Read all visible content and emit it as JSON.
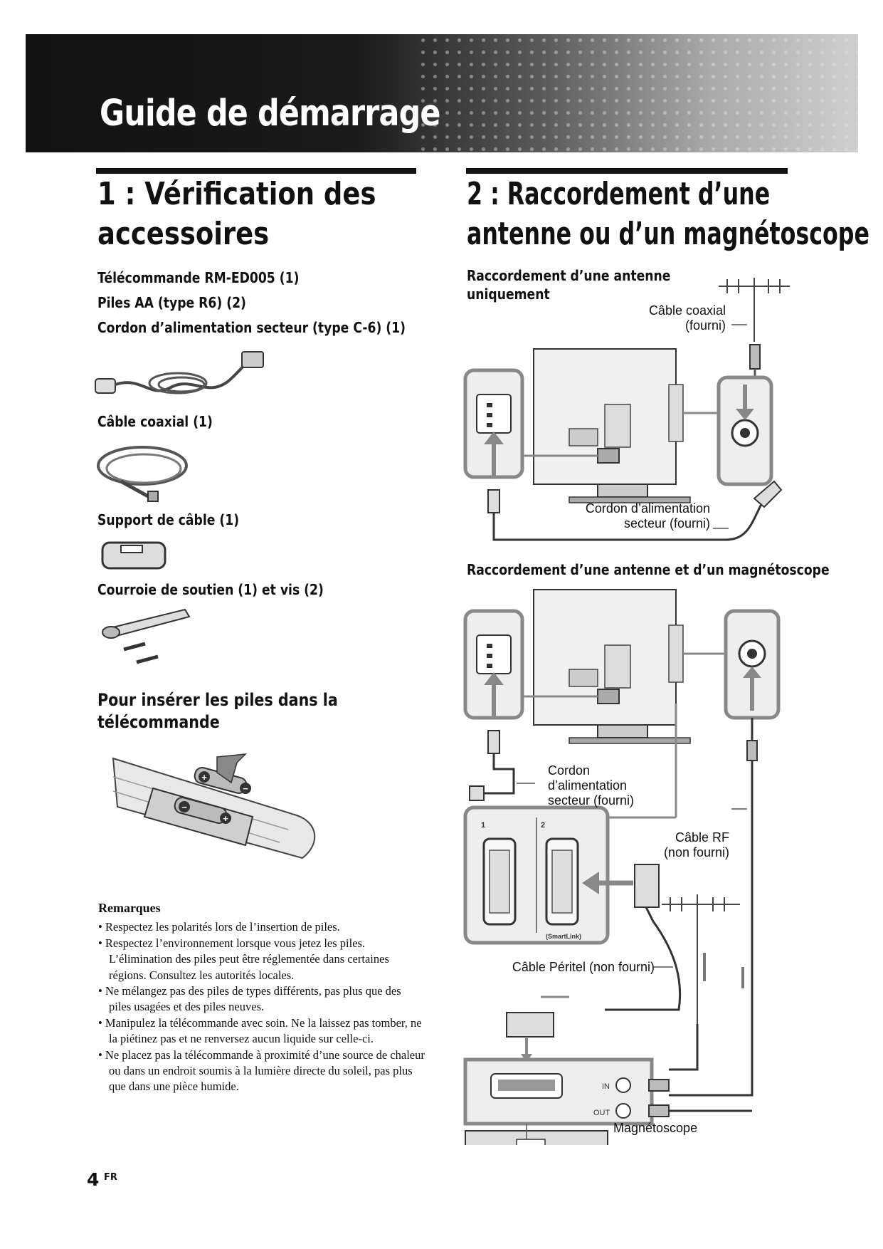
{
  "banner": {
    "title": "Guide de démarrage"
  },
  "section1": {
    "title_line1": "1 : Vérification des",
    "title_line2": "accessoires",
    "items": [
      "Télécommande RM-ED005 (1)",
      "Piles AA (type R6) (2)",
      "Cordon d’alimentation secteur (type C-6) (1)",
      "Câble coaxial (1)",
      "Support de câble (1)",
      "Courroie de soutien (1) et vis (2)"
    ],
    "battery_heading_line1": "Pour insérer les piles dans la",
    "battery_heading_line2": "télécommande",
    "battery_polarity": [
      "+",
      "−",
      "−",
      "+"
    ],
    "notes_title": "Remarques",
    "notes": [
      "• Respectez les polarités lors de l’insertion de piles.",
      "• Respectez l’environnement lorsque vous jetez les piles. L’élimination des piles peut être réglementée dans certaines régions. Consultez les autorités locales.",
      "• Ne mélangez pas des piles de types différents, pas plus que des piles usagées et des piles neuves.",
      "• Manipulez la télécommande avec soin. Ne la laissez pas tomber, ne la piétinez pas et ne renversez aucun liquide sur celle-ci.",
      "• Ne placez pas la télécommande à proximité d’une source de chaleur ou dans un endroit soumis à la lumière directe du soleil, pas plus que dans une pièce humide."
    ]
  },
  "section2": {
    "title_line1": "2 : Raccordement d’une",
    "title_line2": "antenne ou d’un magnétoscope",
    "diagram1": {
      "heading_line1": "Raccordement d’une antenne",
      "heading_line2": "uniquement",
      "coax_label_line1": "Câble coaxial",
      "coax_label_line2": "(fourni)",
      "power_label_line1": "Cordon d’alimentation",
      "power_label_line2": "secteur (fourni)"
    },
    "diagram2": {
      "heading": "Raccordement d’une antenne et d’un magnétoscope",
      "power_label_line1": "Cordon",
      "power_label_line2": "d’alimentation",
      "power_label_line3": "secteur (fourni)",
      "rf_label_line1": "Câble RF",
      "rf_label_line2": "(non fourni)",
      "scart_label": "Câble Péritel (non fourni)",
      "vcr_label": "Magnétoscope",
      "in_label": "IN",
      "out_label": "OUT",
      "scart_port_1": "1",
      "scart_port_2": "2",
      "smartlink_label": "(SmartLink)"
    }
  },
  "footer": {
    "page_number": "4",
    "page_suffix": "FR"
  },
  "colors": {
    "banner_dark": "#121212",
    "rule": "#111111",
    "diagram_line": "#555555",
    "diagram_fill": "#d8d8d8"
  }
}
